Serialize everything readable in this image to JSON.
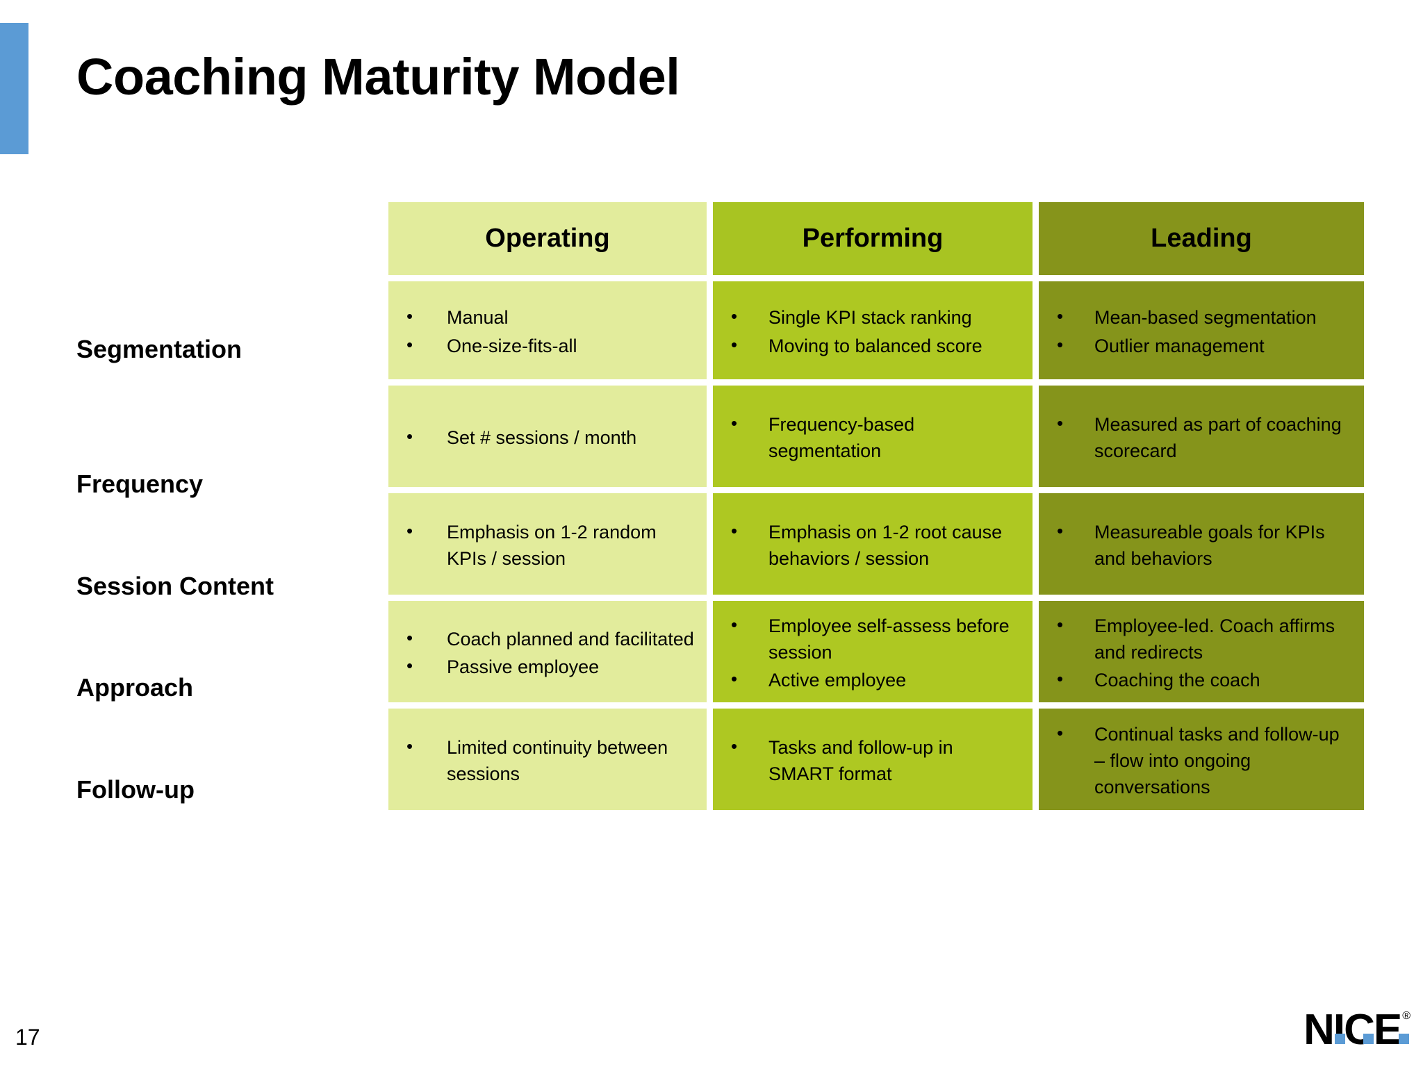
{
  "slide": {
    "title": "Coaching Maturity Model",
    "page_number": "17",
    "accent_color": "#5b9bd5"
  },
  "matrix": {
    "columns": [
      {
        "label": "Operating",
        "color": "#e2ec9c"
      },
      {
        "label": "Performing",
        "color": "#aec822"
      },
      {
        "label": "Leading",
        "color": "#85941b"
      }
    ],
    "rows": [
      {
        "label": "Segmentation",
        "cells": [
          [
            "Manual",
            "One-size-fits-all"
          ],
          [
            "Single KPI stack ranking",
            "Moving to balanced score"
          ],
          [
            "Mean-based segmentation",
            "Outlier management"
          ]
        ]
      },
      {
        "label": "Frequency",
        "cells": [
          [
            "Set # sessions / month"
          ],
          [
            "Frequency-based segmentation"
          ],
          [
            "Measured as part of coaching scorecard"
          ]
        ]
      },
      {
        "label": "Session Content",
        "cells": [
          [
            "Emphasis on 1-2 random KPIs / session"
          ],
          [
            "Emphasis on 1-2 root cause behaviors / session"
          ],
          [
            "Measureable goals for KPIs and behaviors"
          ]
        ]
      },
      {
        "label": "Approach",
        "cells": [
          [
            "Coach planned and facilitated",
            "Passive employee"
          ],
          [
            "Employee self-assess before session",
            "Active employee"
          ],
          [
            "Employee-led. Coach affirms and redirects",
            "Coaching the coach"
          ]
        ]
      },
      {
        "label": "Follow-up",
        "cells": [
          [
            "Limited continuity between sessions"
          ],
          [
            "Tasks and follow-up in SMART format"
          ],
          [
            "Continual tasks and follow-up – flow into ongoing conversations"
          ]
        ]
      }
    ]
  },
  "branding": {
    "wordmark": "NICE",
    "registered_mark": "®",
    "square_color": "#5b9bd5"
  }
}
